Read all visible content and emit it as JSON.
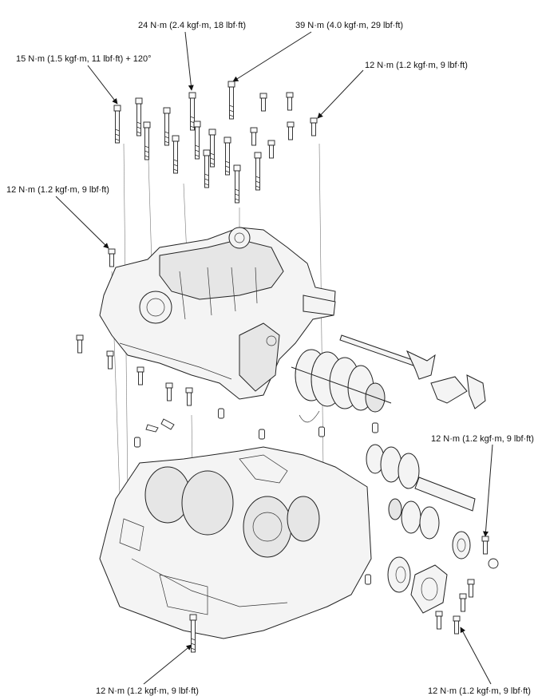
{
  "callouts": {
    "top_left": "15 N·m (1.5 kgf·m, 11 lbf·ft) + 120°",
    "top_mid": "24 N·m (2.4 kgf·m, 18 lbf·ft)",
    "top_right_a": "39 N·m (4.0 kgf·m, 29 lbf·ft)",
    "top_right_b": "12 N·m (1.2 kgf·m, 9 lbf·ft)",
    "left_mid": "12 N·m (1.2 kgf·m, 9 lbf·ft)",
    "right_mid": "12 N·m (1.2 kgf·m, 9 lbf·ft)",
    "bottom_left": "12 N·m (1.2 kgf·m, 9 lbf·ft)",
    "bottom_right": "12 N·m (1.2 kgf·m, 9 lbf·ft)"
  }
}
